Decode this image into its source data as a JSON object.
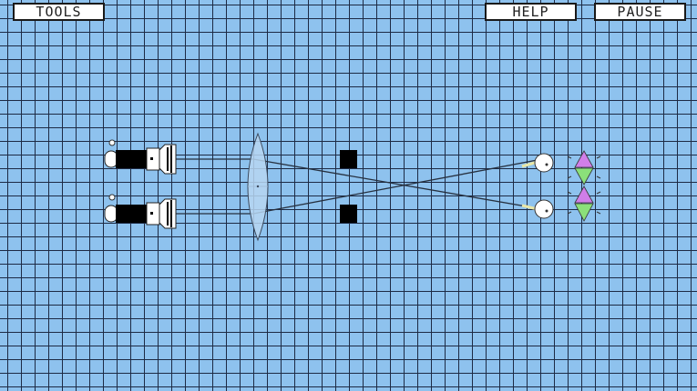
{
  "toolbar": {
    "tools_label": "TOOLS",
    "help_label": "HELP",
    "pause_label": "PAUSE"
  },
  "icons": {
    "flashlight": "flashlight-icon",
    "lens": "convex-lens-icon",
    "block": "black-block-icon",
    "target": "eye-target-icon",
    "goal": "diamond-goal-icon"
  },
  "colors": {
    "grid_background": "#8ec2ee",
    "grid_line": "#1d2a44",
    "goal_top": "#d07ee8",
    "goal_bottom": "#8be07a",
    "beam": "#26303f"
  }
}
